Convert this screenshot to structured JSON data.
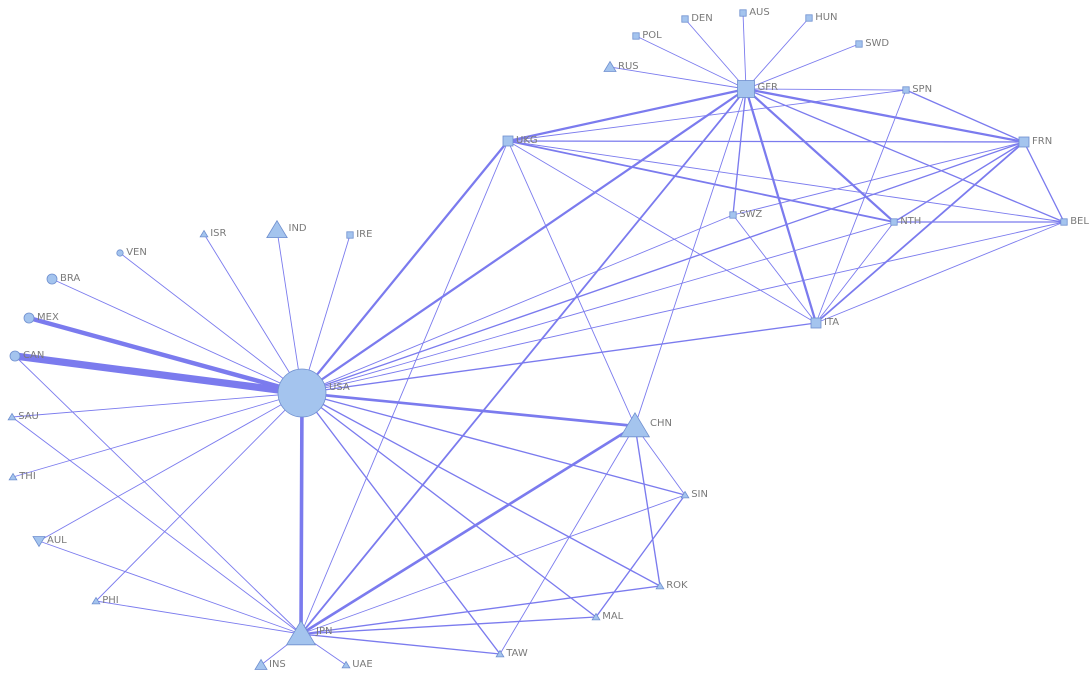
{
  "diagram": {
    "type": "network",
    "nodes": [
      {
        "id": "USA",
        "label": "USA",
        "shape": "circle",
        "size": "xl"
      },
      {
        "id": "CAN",
        "label": "CAN",
        "shape": "circle",
        "size": "s"
      },
      {
        "id": "MEX",
        "label": "MEX",
        "shape": "circle",
        "size": "s"
      },
      {
        "id": "BRA",
        "label": "BRA",
        "shape": "circle",
        "size": "s"
      },
      {
        "id": "VEN",
        "label": "VEN",
        "shape": "circle",
        "size": "xs"
      },
      {
        "id": "ISR",
        "label": "ISR",
        "shape": "triangle",
        "size": "xs"
      },
      {
        "id": "IND",
        "label": "IND",
        "shape": "triangle",
        "size": "m"
      },
      {
        "id": "IRE",
        "label": "IRE",
        "shape": "square",
        "size": "xs"
      },
      {
        "id": "SAU",
        "label": "SAU",
        "shape": "triangle",
        "size": "xs"
      },
      {
        "id": "THI",
        "label": "THI",
        "shape": "triangle",
        "size": "xs"
      },
      {
        "id": "AUL",
        "label": "AUL",
        "shape": "triangle-down",
        "size": "s"
      },
      {
        "id": "PHI",
        "label": "PHI",
        "shape": "triangle",
        "size": "xs"
      },
      {
        "id": "JPN",
        "label": "JPN",
        "shape": "triangle",
        "size": "l"
      },
      {
        "id": "INS",
        "label": "INS",
        "shape": "triangle",
        "size": "s"
      },
      {
        "id": "UAE",
        "label": "UAE",
        "shape": "triangle",
        "size": "xs"
      },
      {
        "id": "TAW",
        "label": "TAW",
        "shape": "triangle",
        "size": "xs"
      },
      {
        "id": "MAL",
        "label": "MAL",
        "shape": "triangle",
        "size": "xs"
      },
      {
        "id": "ROK",
        "label": "ROK",
        "shape": "triangle",
        "size": "xs"
      },
      {
        "id": "SIN",
        "label": "SIN",
        "shape": "triangle",
        "size": "xs"
      },
      {
        "id": "CHN",
        "label": "CHN",
        "shape": "triangle",
        "size": "l"
      },
      {
        "id": "UKG",
        "label": "UKG",
        "shape": "square",
        "size": "s"
      },
      {
        "id": "GFR",
        "label": "GFR",
        "shape": "square",
        "size": "m"
      },
      {
        "id": "FRN",
        "label": "FRN",
        "shape": "square",
        "size": "s"
      },
      {
        "id": "BEL",
        "label": "BEL",
        "shape": "square",
        "size": "xs"
      },
      {
        "id": "NTH",
        "label": "NTH",
        "shape": "square",
        "size": "xs"
      },
      {
        "id": "ITA",
        "label": "ITA",
        "shape": "square",
        "size": "s"
      },
      {
        "id": "SWZ",
        "label": "SWZ",
        "shape": "square",
        "size": "xs"
      },
      {
        "id": "SPN",
        "label": "SPN",
        "shape": "square",
        "size": "xs"
      },
      {
        "id": "SWD",
        "label": "SWD",
        "shape": "square",
        "size": "xs"
      },
      {
        "id": "HUN",
        "label": "HUN",
        "shape": "square",
        "size": "xs"
      },
      {
        "id": "AUS",
        "label": "AUS",
        "shape": "square",
        "size": "xs"
      },
      {
        "id": "DEN",
        "label": "DEN",
        "shape": "square",
        "size": "xs"
      },
      {
        "id": "POL",
        "label": "POL",
        "shape": "square",
        "size": "xs"
      },
      {
        "id": "RUS",
        "label": "RUS",
        "shape": "triangle",
        "size": "s"
      }
    ],
    "edges": [
      {
        "source": "USA",
        "target": "CAN",
        "weight": 8
      },
      {
        "source": "USA",
        "target": "MEX",
        "weight": 5
      },
      {
        "source": "USA",
        "target": "BRA",
        "weight": 1
      },
      {
        "source": "USA",
        "target": "VEN",
        "weight": 1
      },
      {
        "source": "USA",
        "target": "ISR",
        "weight": 1
      },
      {
        "source": "USA",
        "target": "IND",
        "weight": 1
      },
      {
        "source": "USA",
        "target": "IRE",
        "weight": 1
      },
      {
        "source": "USA",
        "target": "SAU",
        "weight": 1
      },
      {
        "source": "USA",
        "target": "THI",
        "weight": 1
      },
      {
        "source": "USA",
        "target": "AUL",
        "weight": 1
      },
      {
        "source": "USA",
        "target": "PHI",
        "weight": 1
      },
      {
        "source": "USA",
        "target": "JPN",
        "weight": 4
      },
      {
        "source": "USA",
        "target": "CHN",
        "weight": 3
      },
      {
        "source": "USA",
        "target": "SIN",
        "weight": 1.5
      },
      {
        "source": "USA",
        "target": "ROK",
        "weight": 1.5
      },
      {
        "source": "USA",
        "target": "MAL",
        "weight": 1.5
      },
      {
        "source": "USA",
        "target": "TAW",
        "weight": 1.5
      },
      {
        "source": "USA",
        "target": "UKG",
        "weight": 2.5
      },
      {
        "source": "USA",
        "target": "GFR",
        "weight": 2.5
      },
      {
        "source": "USA",
        "target": "FRN",
        "weight": 1.5
      },
      {
        "source": "USA",
        "target": "NTH",
        "weight": 1
      },
      {
        "source": "USA",
        "target": "BEL",
        "weight": 1
      },
      {
        "source": "USA",
        "target": "ITA",
        "weight": 1.5
      },
      {
        "source": "USA",
        "target": "SWZ",
        "weight": 1
      },
      {
        "source": "CAN",
        "target": "JPN",
        "weight": 1
      },
      {
        "source": "SAU",
        "target": "JPN",
        "weight": 1
      },
      {
        "source": "AUL",
        "target": "JPN",
        "weight": 1
      },
      {
        "source": "PHI",
        "target": "JPN",
        "weight": 1
      },
      {
        "source": "INS",
        "target": "JPN",
        "weight": 1
      },
      {
        "source": "UAE",
        "target": "JPN",
        "weight": 1
      },
      {
        "source": "JPN",
        "target": "CHN",
        "weight": 3
      },
      {
        "source": "JPN",
        "target": "TAW",
        "weight": 1.5
      },
      {
        "source": "JPN",
        "target": "MAL",
        "weight": 1.5
      },
      {
        "source": "JPN",
        "target": "ROK",
        "weight": 1.5
      },
      {
        "source": "JPN",
        "target": "SIN",
        "weight": 1
      },
      {
        "source": "JPN",
        "target": "UKG",
        "weight": 1
      },
      {
        "source": "JPN",
        "target": "GFR",
        "weight": 2
      },
      {
        "source": "CHN",
        "target": "SIN",
        "weight": 1
      },
      {
        "source": "CHN",
        "target": "ROK",
        "weight": 1.5
      },
      {
        "source": "CHN",
        "target": "TAW",
        "weight": 1
      },
      {
        "source": "CHN",
        "target": "UKG",
        "weight": 1
      },
      {
        "source": "CHN",
        "target": "GFR",
        "weight": 1
      },
      {
        "source": "MAL",
        "target": "SIN",
        "weight": 1.5
      },
      {
        "source": "UKG",
        "target": "GFR",
        "weight": 2.5
      },
      {
        "source": "UKG",
        "target": "FRN",
        "weight": 1.5
      },
      {
        "source": "UKG",
        "target": "NTH",
        "weight": 2
      },
      {
        "source": "UKG",
        "target": "BEL",
        "weight": 1
      },
      {
        "source": "UKG",
        "target": "ITA",
        "weight": 1
      },
      {
        "source": "UKG",
        "target": "SPN",
        "weight": 1
      },
      {
        "source": "GFR",
        "target": "FRN",
        "weight": 2.5
      },
      {
        "source": "GFR",
        "target": "NTH",
        "weight": 2.5
      },
      {
        "source": "GFR",
        "target": "BEL",
        "weight": 1.5
      },
      {
        "source": "GFR",
        "target": "ITA",
        "weight": 2.5
      },
      {
        "source": "GFR",
        "target": "SWZ",
        "weight": 1.5
      },
      {
        "source": "GFR",
        "target": "SPN",
        "weight": 1
      },
      {
        "source": "GFR",
        "target": "SWD",
        "weight": 1
      },
      {
        "source": "GFR",
        "target": "HUN",
        "weight": 1
      },
      {
        "source": "GFR",
        "target": "AUS",
        "weight": 1
      },
      {
        "source": "GFR",
        "target": "DEN",
        "weight": 1
      },
      {
        "source": "GFR",
        "target": "POL",
        "weight": 1
      },
      {
        "source": "GFR",
        "target": "RUS",
        "weight": 1
      },
      {
        "source": "FRN",
        "target": "BEL",
        "weight": 1.5
      },
      {
        "source": "FRN",
        "target": "NTH",
        "weight": 1.5
      },
      {
        "source": "FRN",
        "target": "ITA",
        "weight": 2
      },
      {
        "source": "FRN",
        "target": "SWZ",
        "weight": 1
      },
      {
        "source": "FRN",
        "target": "SPN",
        "weight": 1.5
      },
      {
        "source": "NTH",
        "target": "BEL",
        "weight": 1.5
      },
      {
        "source": "NTH",
        "target": "ITA",
        "weight": 1
      },
      {
        "source": "SPN",
        "target": "ITA",
        "weight": 1
      },
      {
        "source": "SWZ",
        "target": "ITA",
        "weight": 1
      },
      {
        "source": "BEL",
        "target": "ITA",
        "weight": 1
      }
    ]
  },
  "colors": {
    "edge": "#7b7bee",
    "node_fill": "#a4c4ee",
    "node_stroke": "#6f8fcf",
    "label": "#7a7a7a",
    "background": "#ffffff"
  }
}
